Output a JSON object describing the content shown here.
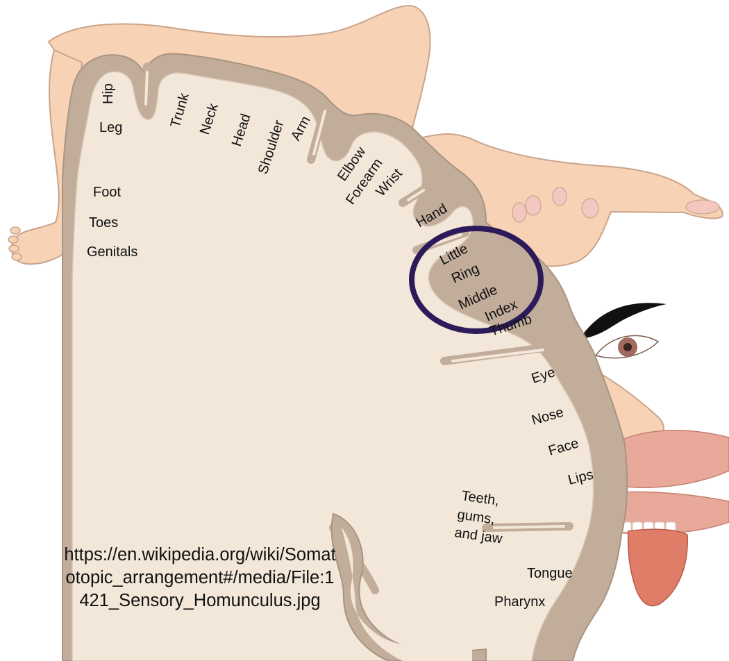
{
  "labels": {
    "hip": "Hip",
    "leg": "Leg",
    "trunk": "Trunk",
    "neck": "Neck",
    "head": "Head",
    "shoulder": "Shoulder",
    "arm": "Arm",
    "elbow": "Elbow",
    "forearm": "Forearm",
    "wrist": "Wrist",
    "hand": "Hand",
    "foot": "Foot",
    "toes": "Toes",
    "genitals": "Genitals",
    "little": "Little",
    "ring": "Ring",
    "middle": "Middle",
    "index": "Index",
    "thumb": "Thumb",
    "eye": "Eye",
    "nose": "Nose",
    "face": "Face",
    "lips": "Lips",
    "teeth1": "Teeth,",
    "teeth2": "gums,",
    "teeth3": "and jaw",
    "tongue": "Tongue",
    "pharynx": "Pharynx"
  },
  "caption": "https://en.wikipedia.org/wiki/Somatotopic_arrangement#/media/File:1421_Sensory_Homunculus.jpg",
  "colors": {
    "cortex_grey": "#c2ad9b",
    "white_matter": "#f3e7d9",
    "skin": "#f7d2b4",
    "skin_outline": "#c9a48a",
    "highlight_circle": "#2c1a5a"
  }
}
